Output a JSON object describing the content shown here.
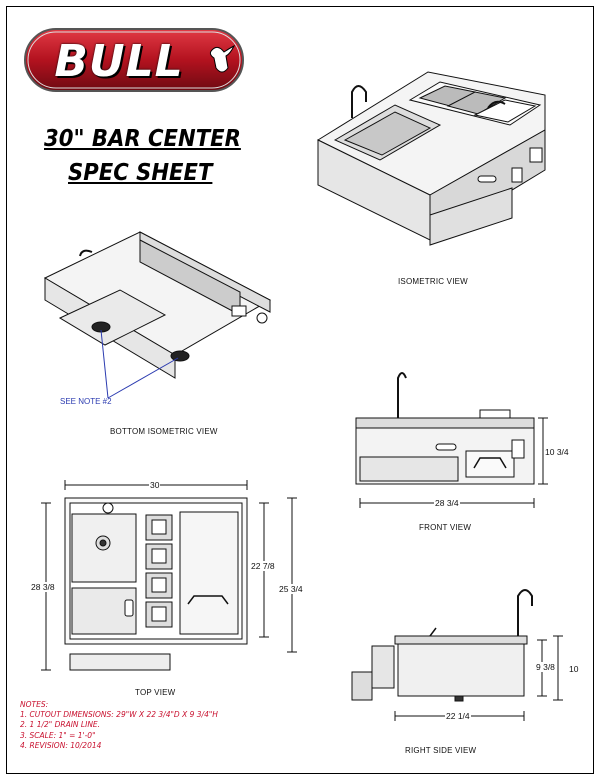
{
  "brand": {
    "logo_text": "BULL",
    "colors": {
      "logo_red": "#b3121f",
      "logo_dark": "#6d0a12",
      "notes_red": "#c8102e",
      "note_link_blue": "#2b3bb0"
    }
  },
  "title": {
    "line1": "30\" BAR CENTER",
    "line2": "SPEC SHEET"
  },
  "views": {
    "isometric": "ISOMETRIC VIEW",
    "bottom_isometric": "BOTTOM ISOMETRIC VIEW",
    "front": "FRONT VIEW",
    "top": "TOP VIEW",
    "right_side": "RIGHT SIDE VIEW"
  },
  "callout": {
    "see_note": "SEE NOTE #2"
  },
  "dimensions": {
    "front_width": "28 3/4",
    "front_height": "10 3/4",
    "top_width": "30",
    "top_left_depth": "28 3/8",
    "top_inner_depth": "22 7/8",
    "top_outer_depth": "25 3/4",
    "side_width": "22 1/4",
    "side_inner_height": "9 3/8",
    "side_outer_height": "10"
  },
  "notes": {
    "heading": "NOTES:",
    "items": [
      "1. CUTOUT DIMENSIONS: 29\"W X 22 3/4\"D X 9 3/4\"H",
      "2. 1 1/2\" DRAIN LINE.",
      "3. SCALE: 1\" = 1'-0\"",
      "4. REVISION: 10/2014"
    ]
  }
}
